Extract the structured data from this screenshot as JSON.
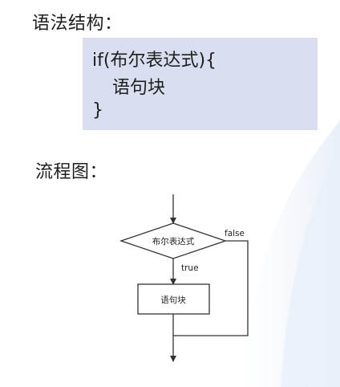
{
  "syntax": {
    "heading": "语法结构：",
    "code": [
      "if(布尔表达式){",
      "语句块",
      "}"
    ]
  },
  "flowchart": {
    "heading": "流程图：",
    "condition": "布尔表达式",
    "true_label": "true",
    "false_label": "false",
    "block": "语句块"
  }
}
